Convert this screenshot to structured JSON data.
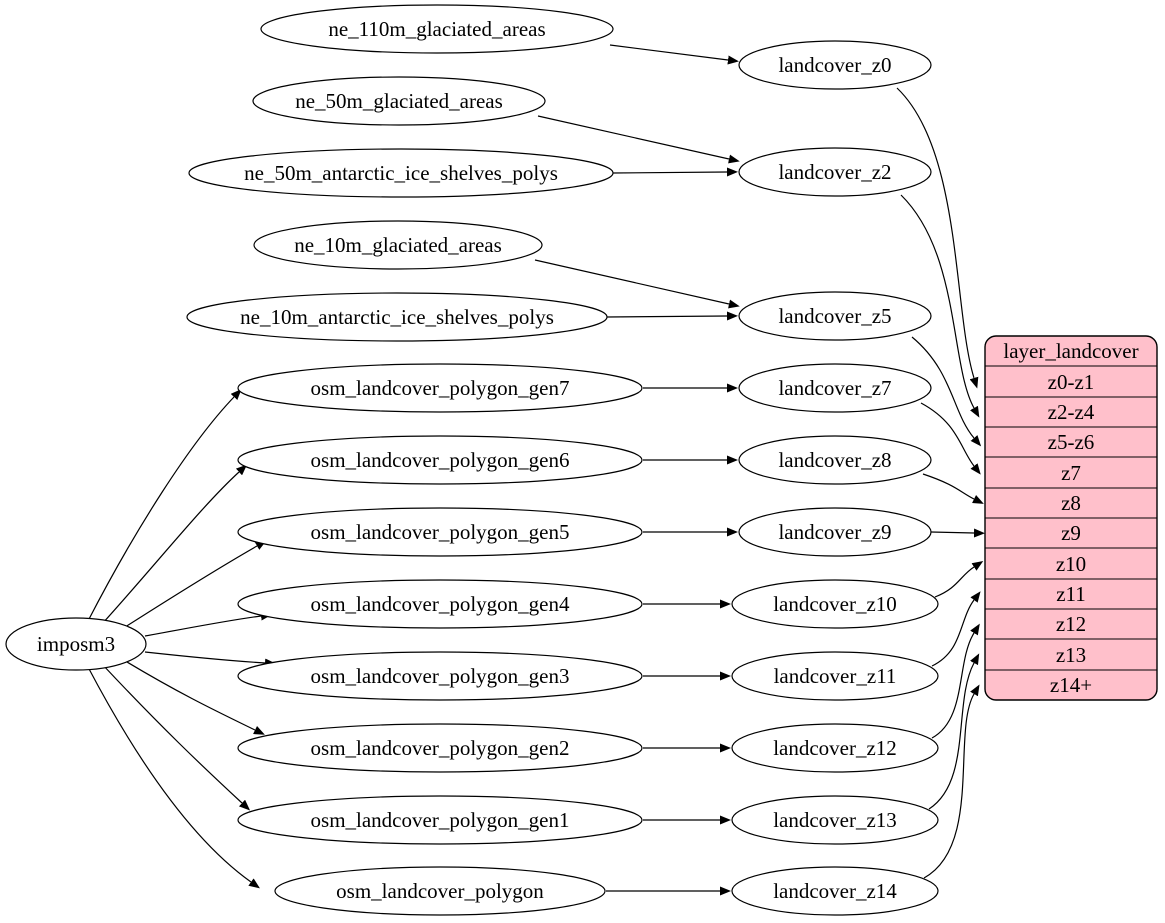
{
  "diagram": {
    "type": "dependency-graph",
    "colors": {
      "background": "#ffffff",
      "node_fill": "#ffffff",
      "stroke": "#000000",
      "table_fill": "#ffc0cb"
    },
    "nodes": [
      {
        "id": "imposm3",
        "label": "imposm3"
      },
      {
        "id": "ne_110m_glaciated_areas",
        "label": "ne_110m_glaciated_areas"
      },
      {
        "id": "ne_50m_glaciated_areas",
        "label": "ne_50m_glaciated_areas"
      },
      {
        "id": "ne_50m_antarctic_ice_shelves_polys",
        "label": "ne_50m_antarctic_ice_shelves_polys"
      },
      {
        "id": "ne_10m_glaciated_areas",
        "label": "ne_10m_glaciated_areas"
      },
      {
        "id": "ne_10m_antarctic_ice_shelves_polys",
        "label": "ne_10m_antarctic_ice_shelves_polys"
      },
      {
        "id": "osm_landcover_polygon_gen7",
        "label": "osm_landcover_polygon_gen7"
      },
      {
        "id": "osm_landcover_polygon_gen6",
        "label": "osm_landcover_polygon_gen6"
      },
      {
        "id": "osm_landcover_polygon_gen5",
        "label": "osm_landcover_polygon_gen5"
      },
      {
        "id": "osm_landcover_polygon_gen4",
        "label": "osm_landcover_polygon_gen4"
      },
      {
        "id": "osm_landcover_polygon_gen3",
        "label": "osm_landcover_polygon_gen3"
      },
      {
        "id": "osm_landcover_polygon_gen2",
        "label": "osm_landcover_polygon_gen2"
      },
      {
        "id": "osm_landcover_polygon_gen1",
        "label": "osm_landcover_polygon_gen1"
      },
      {
        "id": "osm_landcover_polygon",
        "label": "osm_landcover_polygon"
      },
      {
        "id": "landcover_z0",
        "label": "landcover_z0"
      },
      {
        "id": "landcover_z2",
        "label": "landcover_z2"
      },
      {
        "id": "landcover_z5",
        "label": "landcover_z5"
      },
      {
        "id": "landcover_z7",
        "label": "landcover_z7"
      },
      {
        "id": "landcover_z8",
        "label": "landcover_z8"
      },
      {
        "id": "landcover_z9",
        "label": "landcover_z9"
      },
      {
        "id": "landcover_z10",
        "label": "landcover_z10"
      },
      {
        "id": "landcover_z11",
        "label": "landcover_z11"
      },
      {
        "id": "landcover_z12",
        "label": "landcover_z12"
      },
      {
        "id": "landcover_z13",
        "label": "landcover_z13"
      },
      {
        "id": "landcover_z14",
        "label": "landcover_z14"
      }
    ],
    "table": {
      "title": "layer_landcover",
      "rows": [
        "z0-z1",
        "z2-z4",
        "z5-z6",
        "z7",
        "z8",
        "z9",
        "z10",
        "z11",
        "z12",
        "z13",
        "z14+"
      ]
    },
    "edges": [
      {
        "from": "ne_110m_glaciated_areas",
        "to": "landcover_z0"
      },
      {
        "from": "ne_50m_glaciated_areas",
        "to": "landcover_z2"
      },
      {
        "from": "ne_50m_antarctic_ice_shelves_polys",
        "to": "landcover_z2"
      },
      {
        "from": "ne_10m_glaciated_areas",
        "to": "landcover_z5"
      },
      {
        "from": "ne_10m_antarctic_ice_shelves_polys",
        "to": "landcover_z5"
      },
      {
        "from": "osm_landcover_polygon_gen7",
        "to": "landcover_z7"
      },
      {
        "from": "osm_landcover_polygon_gen6",
        "to": "landcover_z8"
      },
      {
        "from": "osm_landcover_polygon_gen5",
        "to": "landcover_z9"
      },
      {
        "from": "osm_landcover_polygon_gen4",
        "to": "landcover_z10"
      },
      {
        "from": "osm_landcover_polygon_gen3",
        "to": "landcover_z11"
      },
      {
        "from": "osm_landcover_polygon_gen2",
        "to": "landcover_z12"
      },
      {
        "from": "osm_landcover_polygon_gen1",
        "to": "landcover_z13"
      },
      {
        "from": "osm_landcover_polygon",
        "to": "landcover_z14"
      },
      {
        "from": "imposm3",
        "to": "osm_landcover_polygon_gen7"
      },
      {
        "from": "imposm3",
        "to": "osm_landcover_polygon_gen6"
      },
      {
        "from": "imposm3",
        "to": "osm_landcover_polygon_gen5"
      },
      {
        "from": "imposm3",
        "to": "osm_landcover_polygon_gen4"
      },
      {
        "from": "imposm3",
        "to": "osm_landcover_polygon_gen3"
      },
      {
        "from": "imposm3",
        "to": "osm_landcover_polygon_gen2"
      },
      {
        "from": "imposm3",
        "to": "osm_landcover_polygon_gen1"
      },
      {
        "from": "imposm3",
        "to": "osm_landcover_polygon"
      },
      {
        "from": "landcover_z0",
        "to": "layer_landcover.z0-z1"
      },
      {
        "from": "landcover_z2",
        "to": "layer_landcover.z2-z4"
      },
      {
        "from": "landcover_z5",
        "to": "layer_landcover.z5-z6"
      },
      {
        "from": "landcover_z7",
        "to": "layer_landcover.z7"
      },
      {
        "from": "landcover_z8",
        "to": "layer_landcover.z8"
      },
      {
        "from": "landcover_z9",
        "to": "layer_landcover.z9"
      },
      {
        "from": "landcover_z10",
        "to": "layer_landcover.z10"
      },
      {
        "from": "landcover_z11",
        "to": "layer_landcover.z11"
      },
      {
        "from": "landcover_z12",
        "to": "layer_landcover.z12"
      },
      {
        "from": "landcover_z13",
        "to": "layer_landcover.z13"
      },
      {
        "from": "landcover_z14",
        "to": "layer_landcover.z14+"
      }
    ]
  }
}
